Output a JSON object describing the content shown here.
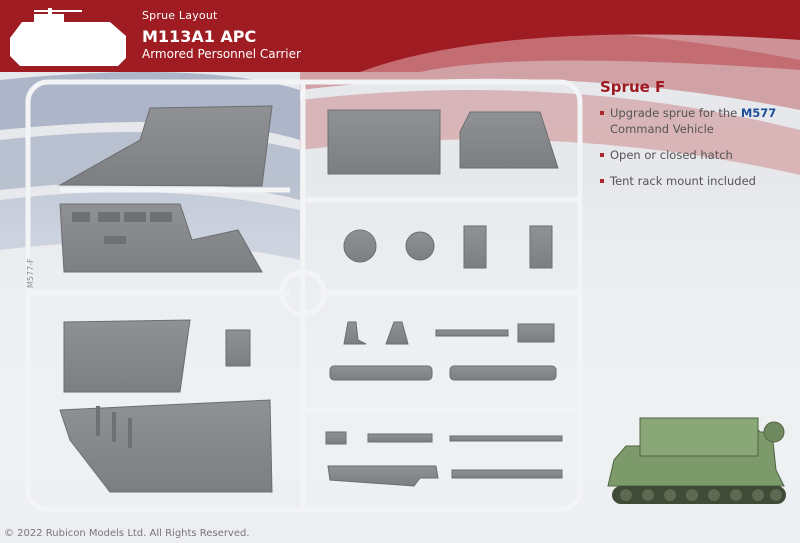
{
  "header": {
    "subtitle": "Sprue Layout",
    "title": "M113A1 APC",
    "description": "Armored Personnel Carrier"
  },
  "sprue": {
    "name": "Sprue F",
    "frame_label": "M577-F",
    "features": [
      {
        "text": "Upgrade sprue for the ",
        "highlight": "M577",
        "text2": " Command Vehicle"
      },
      {
        "text": "Open or closed hatch"
      },
      {
        "text": "Tent rack mount included"
      }
    ]
  },
  "footer": {
    "copyright": "© 2022 Rubicon Models Ltd. All Rights Reserved."
  },
  "colors": {
    "header_red": "#9e1c22",
    "accent_red": "#a01820",
    "highlight_blue": "#1f4e9a",
    "part_gray": "#8a8c8f",
    "vehicle_green": "#7d9a6a"
  }
}
